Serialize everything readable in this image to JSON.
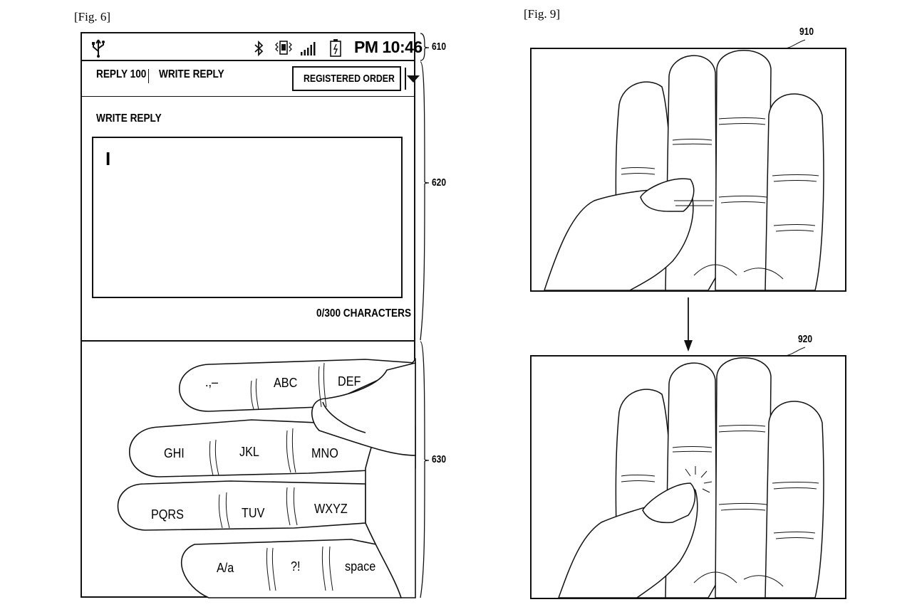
{
  "figures": {
    "fig6_label": "[Fig. 6]",
    "fig9_label": "[Fig. 9]"
  },
  "phone": {
    "status_bar": {
      "time": "PM 10:46",
      "icons": [
        "usb-icon",
        "bluetooth-icon",
        "vibrate-icon",
        "signal-icon",
        "battery-icon"
      ]
    },
    "header": {
      "reply_count": "REPLY 100",
      "write_reply_tab": "WRITE REPLY",
      "sort_dropdown": "REGISTERED ORDER"
    },
    "compose": {
      "title": "WRITE REPLY",
      "cursor": "I",
      "counter": "0/300 CHARACTERS"
    },
    "keypad": {
      "row1": [
        ".,–",
        "ABC",
        "DEF"
      ],
      "row2": [
        "GHI",
        "JKL",
        "MNO"
      ],
      "row3": [
        "PQRS",
        "TUV",
        "WXYZ"
      ],
      "row4": [
        "A/a",
        "?!",
        "space"
      ]
    }
  },
  "refs": {
    "status": "610",
    "content": "620",
    "keypad": "630",
    "panel_top": "910",
    "panel_bottom": "920"
  }
}
